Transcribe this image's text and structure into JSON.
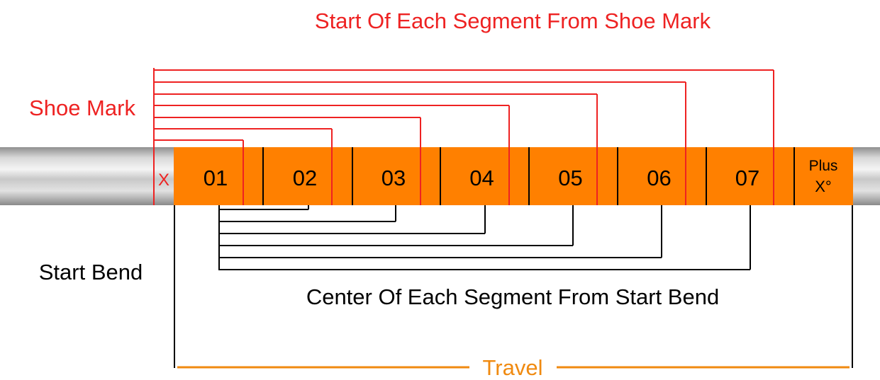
{
  "title": "Start Of Each Segment From Shoe Mark",
  "shoe_mark_label": "Shoe Mark",
  "start_bend_label": "Start Bend",
  "center_caption": "Center Of Each Segment From Start Bend",
  "travel_label": "Travel",
  "x_label": "X",
  "segments": [
    "01",
    "02",
    "03",
    "04",
    "05",
    "06",
    "07"
  ],
  "plus_label_line1": "Plus",
  "plus_label_line2": "X°",
  "colors": {
    "red": "#ee2222",
    "orange": "#ff8000",
    "travel_orange": "#f08a10",
    "black": "#000000",
    "pipe_light": "#e6e6e6",
    "pipe_dark": "#9a9a9a"
  }
}
